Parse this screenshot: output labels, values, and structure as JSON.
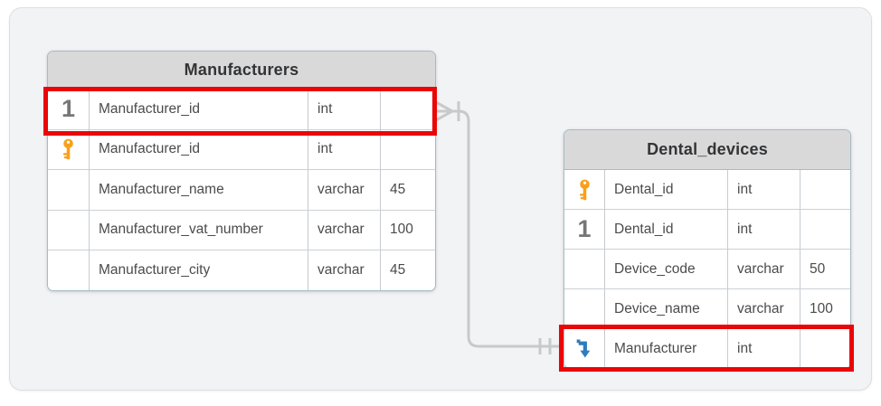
{
  "canvas": {
    "background": "#f2f3f5",
    "page_background": "#ffffff"
  },
  "tables": [
    {
      "name": "Manufacturers",
      "rows": [
        {
          "icon": "index-one-icon",
          "field": "Manufacturer_id",
          "type": "int",
          "size": ""
        },
        {
          "icon": "primary-key-icon",
          "field": "Manufacturer_id",
          "type": "int",
          "size": ""
        },
        {
          "icon": "",
          "field": "Manufacturer_name",
          "type": "varchar",
          "size": "45"
        },
        {
          "icon": "",
          "field": "Manufacturer_vat_number",
          "type": "varchar",
          "size": "100"
        },
        {
          "icon": "",
          "field": "Manufacturer_city",
          "type": "varchar",
          "size": "45"
        }
      ],
      "highlighted_row_index": 0
    },
    {
      "name": "Dental_devices",
      "rows": [
        {
          "icon": "primary-key-icon",
          "field": "Dental_id",
          "type": "int",
          "size": ""
        },
        {
          "icon": "index-one-icon",
          "field": "Dental_id",
          "type": "int",
          "size": ""
        },
        {
          "icon": "",
          "field": "Device_code",
          "type": "varchar",
          "size": "50"
        },
        {
          "icon": "",
          "field": "Device_name",
          "type": "varchar",
          "size": "100"
        },
        {
          "icon": "foreign-key-arrow-icon",
          "field": "Manufacturer",
          "type": "int",
          "size": ""
        }
      ],
      "highlighted_row_index": 4
    }
  ],
  "icon_glyphs": {
    "index-one-icon": "1"
  },
  "relationship": {
    "endpoint_many_side": "Manufacturers",
    "endpoint_one_side": "Dental_devices",
    "notation_at_manufacturers": "crow-foot-with-tick",
    "notation_at_dental_devices": "double-tick"
  },
  "colors": {
    "highlight": "#ea0606",
    "key_icon": "#f9a01b",
    "fk_arrow_icon": "#2e7cbe",
    "index_one_icon": "#757678",
    "connector": "#c7c9cb",
    "header_bg": "#d9d9d9",
    "table_border": "#a6bac5"
  }
}
